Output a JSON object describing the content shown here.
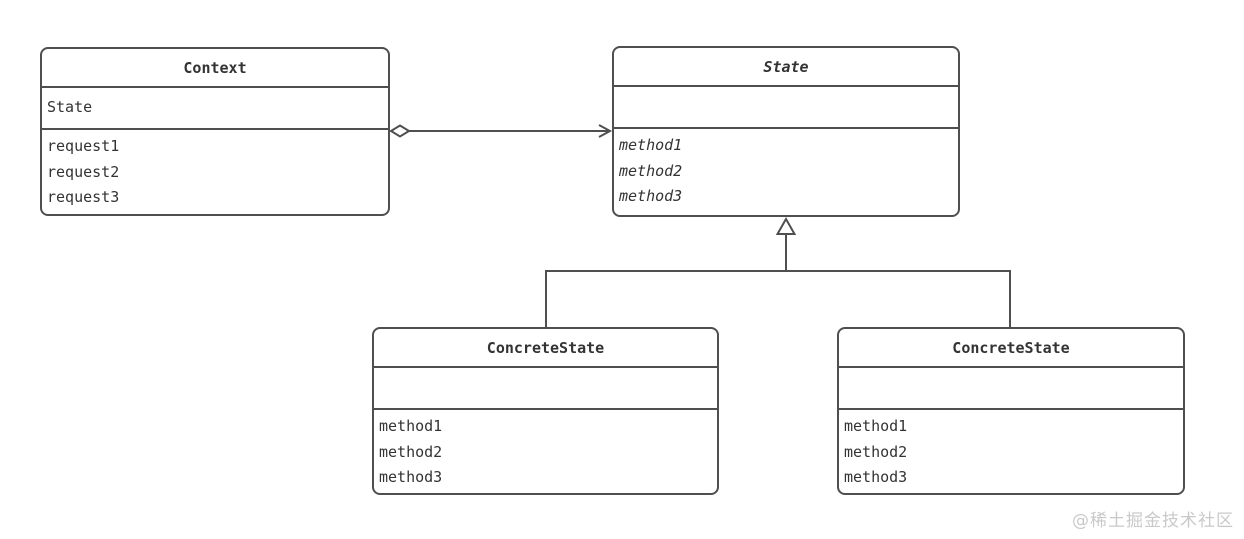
{
  "diagram": {
    "kind": "uml-class-diagram",
    "pattern": "State",
    "classes": {
      "context": {
        "name": "Context",
        "attributes": [
          "State"
        ],
        "methods": [
          "request1",
          "request2",
          "request3"
        ]
      },
      "state": {
        "name": "State",
        "abstract": true,
        "attributes": [],
        "methods": [
          "method1",
          "method2",
          "method3"
        ]
      },
      "concrete_left": {
        "name": "ConcreteState",
        "attributes": [],
        "methods": [
          "method1",
          "method2",
          "method3"
        ]
      },
      "concrete_right": {
        "name": "ConcreteState",
        "attributes": [],
        "methods": [
          "method1",
          "method2",
          "method3"
        ]
      }
    },
    "relationships": [
      {
        "type": "aggregation",
        "from": "Context",
        "to": "State"
      },
      {
        "type": "inheritance",
        "from": "ConcreteState (left)",
        "to": "State"
      },
      {
        "type": "inheritance",
        "from": "ConcreteState (right)",
        "to": "State"
      }
    ]
  },
  "watermark": "@稀土掘金技术社区",
  "colors": {
    "line": "#4f4f4f",
    "text": "#333333",
    "background": "#ffffff",
    "watermark": "#c9c9c9"
  }
}
